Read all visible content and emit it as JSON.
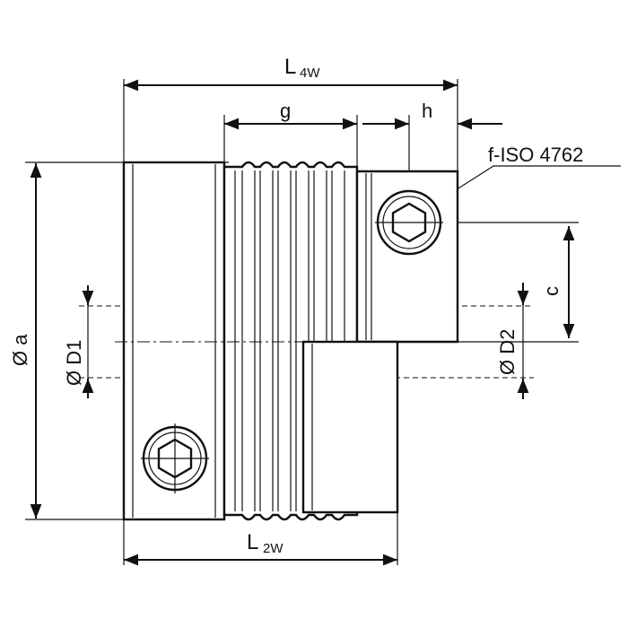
{
  "drawing": {
    "labels": {
      "l4w_main": "L",
      "l4w_sub": "4W",
      "g": "g",
      "h": "h",
      "screw_spec": "f-ISO 4762",
      "c": "c",
      "d2": "Ø D2",
      "d1": "Ø D1",
      "a": "Ø a",
      "l2w_main": "L",
      "l2w_sub": "2W"
    },
    "colors": {
      "line": "#111111",
      "background": "#ffffff"
    }
  }
}
